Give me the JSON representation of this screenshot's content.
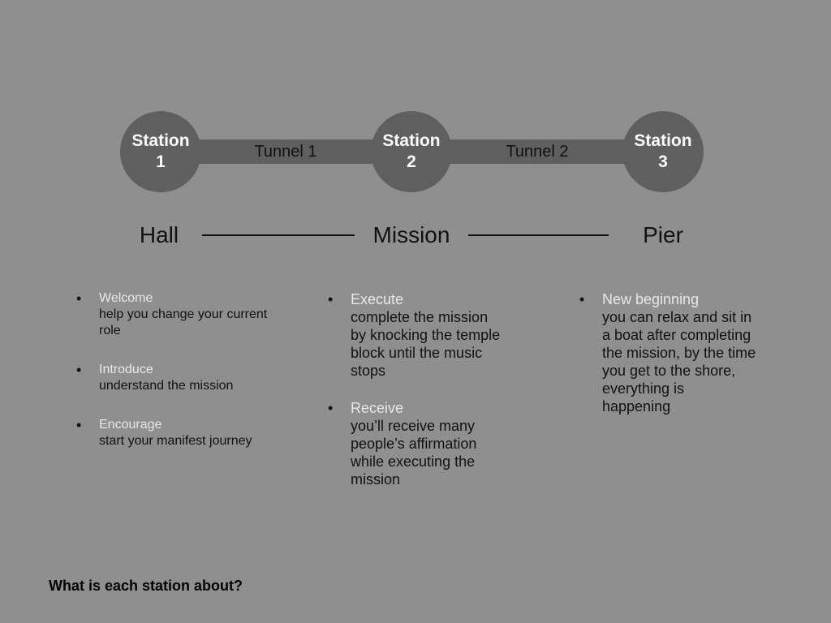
{
  "diagram": {
    "stations": [
      {
        "label": "Station",
        "number": "1"
      },
      {
        "label": "Station",
        "number": "2"
      },
      {
        "label": "Station",
        "number": "3"
      }
    ],
    "tunnels": [
      "Tunnel 1",
      "Tunnel 2"
    ],
    "stages": [
      "Hall",
      "Mission",
      "Pier"
    ]
  },
  "columns": {
    "hall": [
      {
        "heading": "Welcome",
        "text": "help you change your current role"
      },
      {
        "heading": "Introduce",
        "text": "understand the mission"
      },
      {
        "heading": "Encourage",
        "text": "start your manifest journey"
      }
    ],
    "mission": [
      {
        "heading": "Execute",
        "text": "complete the mission by knocking the temple block until the music stops"
      },
      {
        "heading": "Receive",
        "text": "you’ll receive many people’s affirmation while executing the mission"
      }
    ],
    "pier": [
      {
        "heading": "New beginning",
        "text": "you can relax and sit in a boat after completing the mission, by the time you get to the shore, everything is happening"
      }
    ]
  },
  "footer": {
    "question": "What is each station about?"
  },
  "colors": {
    "background": "#8f8f8f",
    "node": "#5f5f5f",
    "heading": "#e8e8e8",
    "text": "#111111"
  }
}
